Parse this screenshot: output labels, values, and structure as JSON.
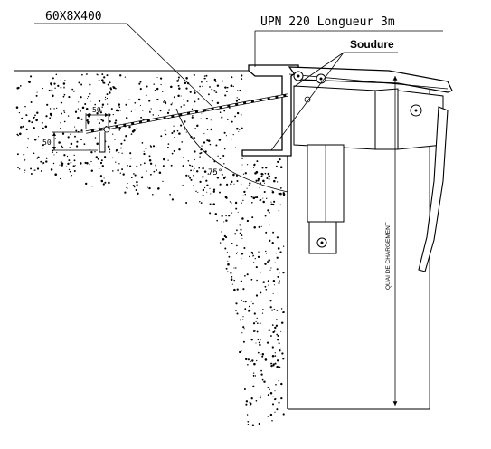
{
  "labels": {
    "steel_bar": "60X8X400",
    "upn_profile": "UPN 220 Longueur 3m",
    "weld": "Soudure",
    "dim_horizontal": "50",
    "dim_vertical": "50",
    "angle": "75°",
    "dock_height": "QUAI DE CHARGEMENT"
  },
  "colors": {
    "line": "#000000",
    "background": "#ffffff"
  }
}
